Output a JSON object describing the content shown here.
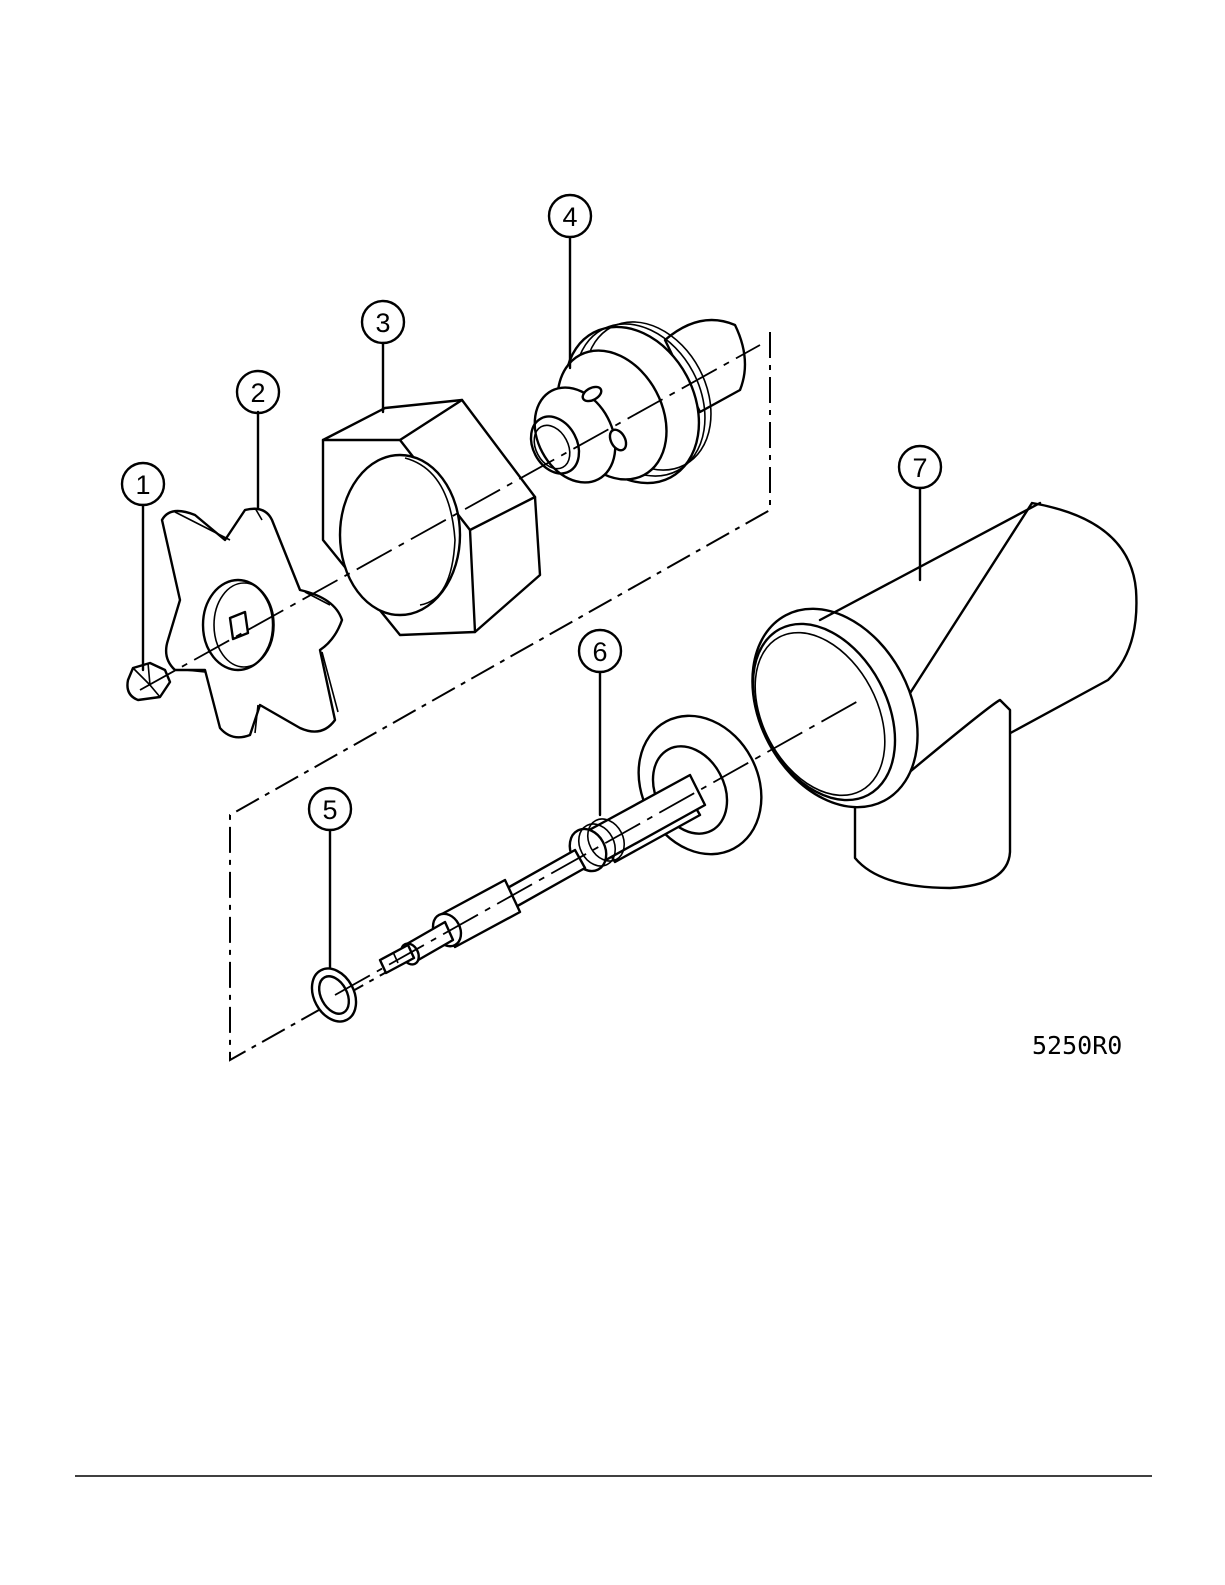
{
  "diagram": {
    "callouts": [
      {
        "id": "1",
        "label": "1"
      },
      {
        "id": "2",
        "label": "2"
      },
      {
        "id": "3",
        "label": "3"
      },
      {
        "id": "4",
        "label": "4"
      },
      {
        "id": "5",
        "label": "5"
      },
      {
        "id": "6",
        "label": "6"
      },
      {
        "id": "7",
        "label": "7"
      }
    ],
    "drawing_code": "5250R0"
  },
  "colors": {
    "ink": "#000000",
    "paper": "#ffffff"
  }
}
